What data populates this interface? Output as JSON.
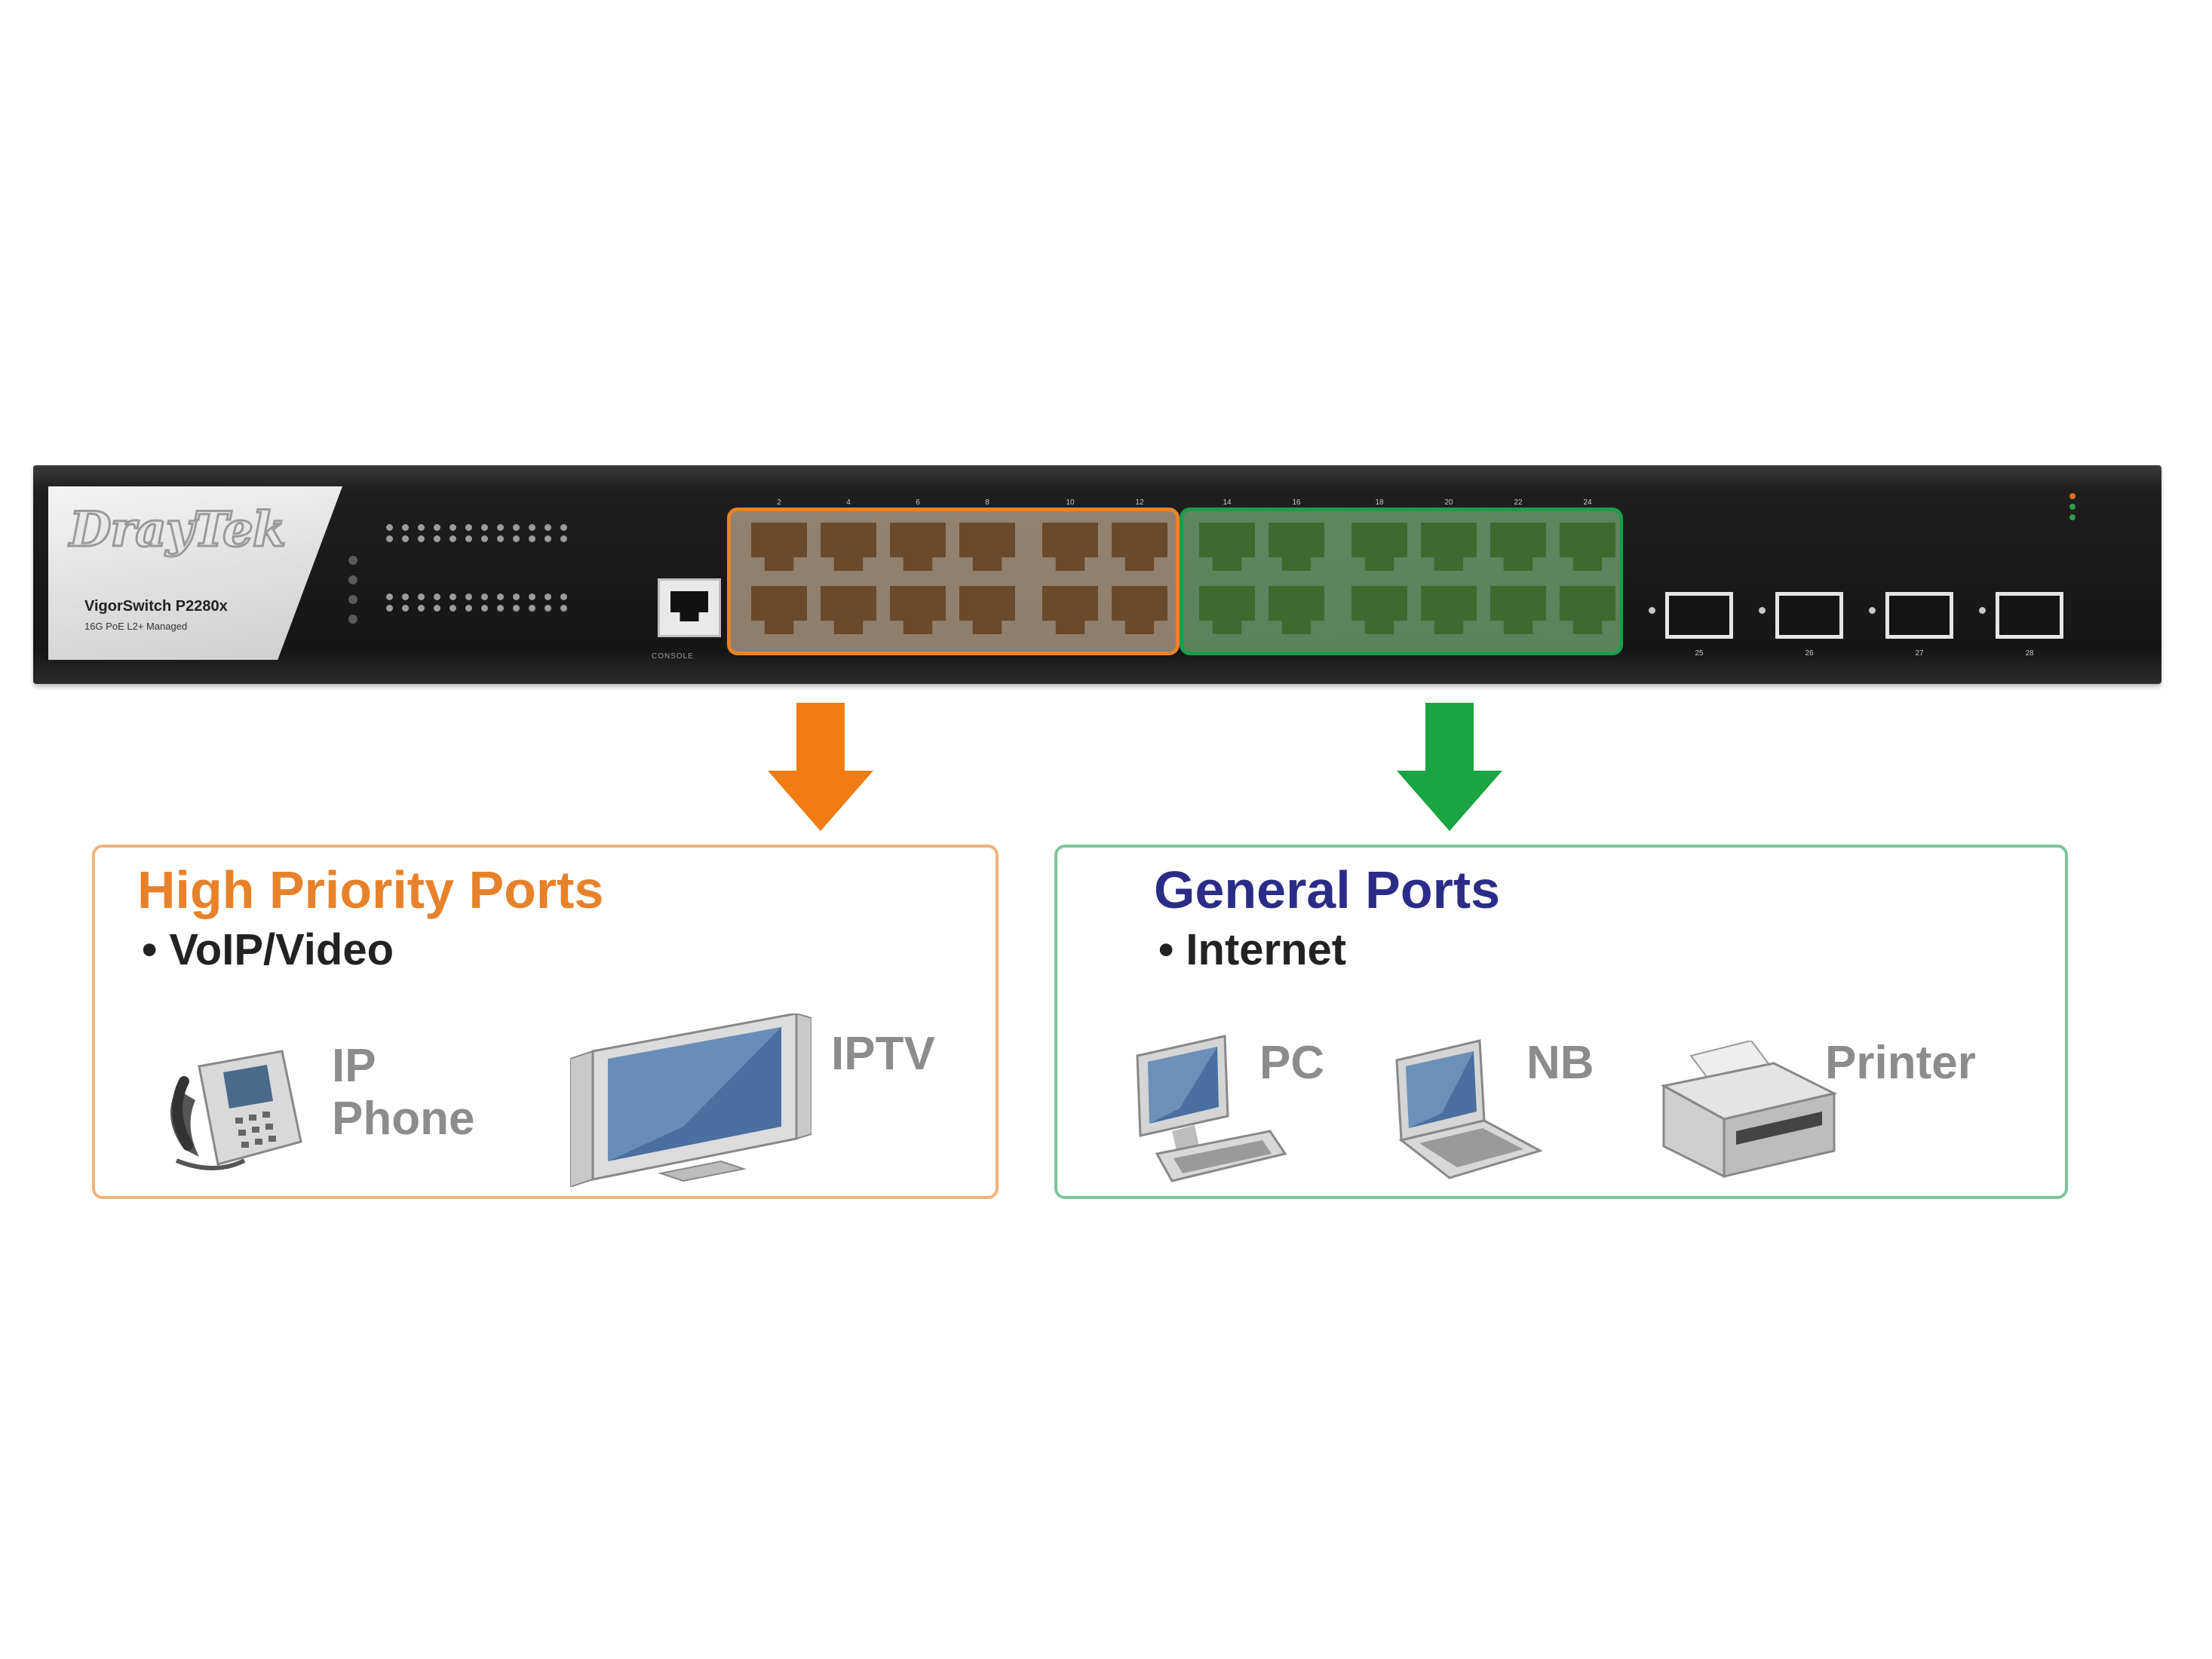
{
  "switch": {
    "brand": "DrayTek",
    "model": "VigorSwitch P2280x",
    "description": "16G PoE L2+ Managed",
    "console_label": "CONSOLE",
    "port_numbers_top_hp": [
      "2",
      "4",
      "6",
      "8",
      "10",
      "12"
    ],
    "port_numbers_top_gp": [
      "14",
      "16",
      "18",
      "20",
      "22",
      "24"
    ],
    "sfp_numbers": [
      "25",
      "26",
      "27",
      "28"
    ]
  },
  "high_priority": {
    "title": "High Priority Ports",
    "bullet": "• VoIP/Video",
    "devices": [
      "IP Phone",
      "IPTV"
    ],
    "device_ip_phone_line1": "IP",
    "device_ip_phone_line2": "Phone",
    "device_iptv": "IPTV",
    "color": "#e8822a",
    "arrow_color": "#f07c12"
  },
  "general": {
    "title": "General Ports",
    "bullet": "• Internet",
    "device_pc": "PC",
    "device_nb": "NB",
    "device_printer": "Printer",
    "color": "#2c2c88",
    "arrow_color": "#1aa542"
  }
}
